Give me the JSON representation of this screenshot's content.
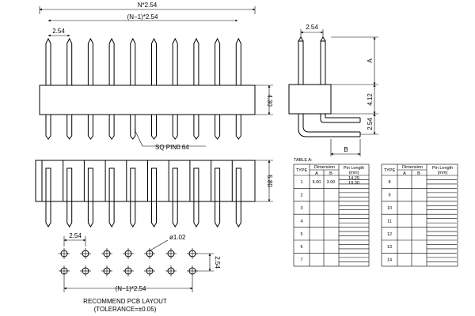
{
  "top_view": {
    "dim_total": "N*2.54",
    "dim_span": "(N−1)*2.54",
    "dim_pitch": "2.54",
    "dim_height": "4.30",
    "pin_note": "SQ  PIN0.64"
  },
  "front_view": {
    "dim_height": "5.80"
  },
  "side_view": {
    "dim_pitch": "2.54",
    "label_a": "A",
    "dim_body": "4.12",
    "dim_offset": "2.54",
    "label_b": "B"
  },
  "pcb_layout": {
    "dim_pitch_h": "2.54",
    "dim_hole": "ø1.02",
    "dim_pitch_v": "2.54",
    "dim_span": "(N−1)*2.54",
    "title": "RECOMMEND  PCB  LAYOUT",
    "tolerance": "(TOLERANCE=±0.05)"
  },
  "table_a": {
    "caption": "TABLE  A:",
    "h_type": "TYPE",
    "h_dimension": "Dimension",
    "h_a": "A",
    "h_b": "B",
    "h_pin_length": "Pin Length",
    "h_unit": "(mm)",
    "rows": [
      {
        "type": "1",
        "a": "6.00",
        "b": "3.00",
        "len1": "14.25",
        "len2": "19.30"
      },
      {
        "type": "2",
        "a": "",
        "b": "",
        "len1": "",
        "len2": ""
      },
      {
        "type": "3",
        "a": "",
        "b": "",
        "len1": "",
        "len2": ""
      },
      {
        "type": "4",
        "a": "",
        "b": "",
        "len1": "",
        "len2": ""
      },
      {
        "type": "5",
        "a": "",
        "b": "",
        "len1": "",
        "len2": ""
      },
      {
        "type": "6",
        "a": "",
        "b": "",
        "len1": "",
        "len2": ""
      },
      {
        "type": "7",
        "a": "",
        "b": "",
        "len1": "",
        "len2": ""
      }
    ]
  },
  "table_b": {
    "h_type": "TYPE",
    "h_dimension": "Dimension",
    "h_a": "A",
    "h_b": "B",
    "h_pin_length": "Pin Length",
    "h_unit": "(mm)",
    "rows": [
      {
        "type": "8"
      },
      {
        "type": "9"
      },
      {
        "type": "10"
      },
      {
        "type": "11"
      },
      {
        "type": "12"
      },
      {
        "type": "13"
      },
      {
        "type": "14"
      }
    ]
  }
}
